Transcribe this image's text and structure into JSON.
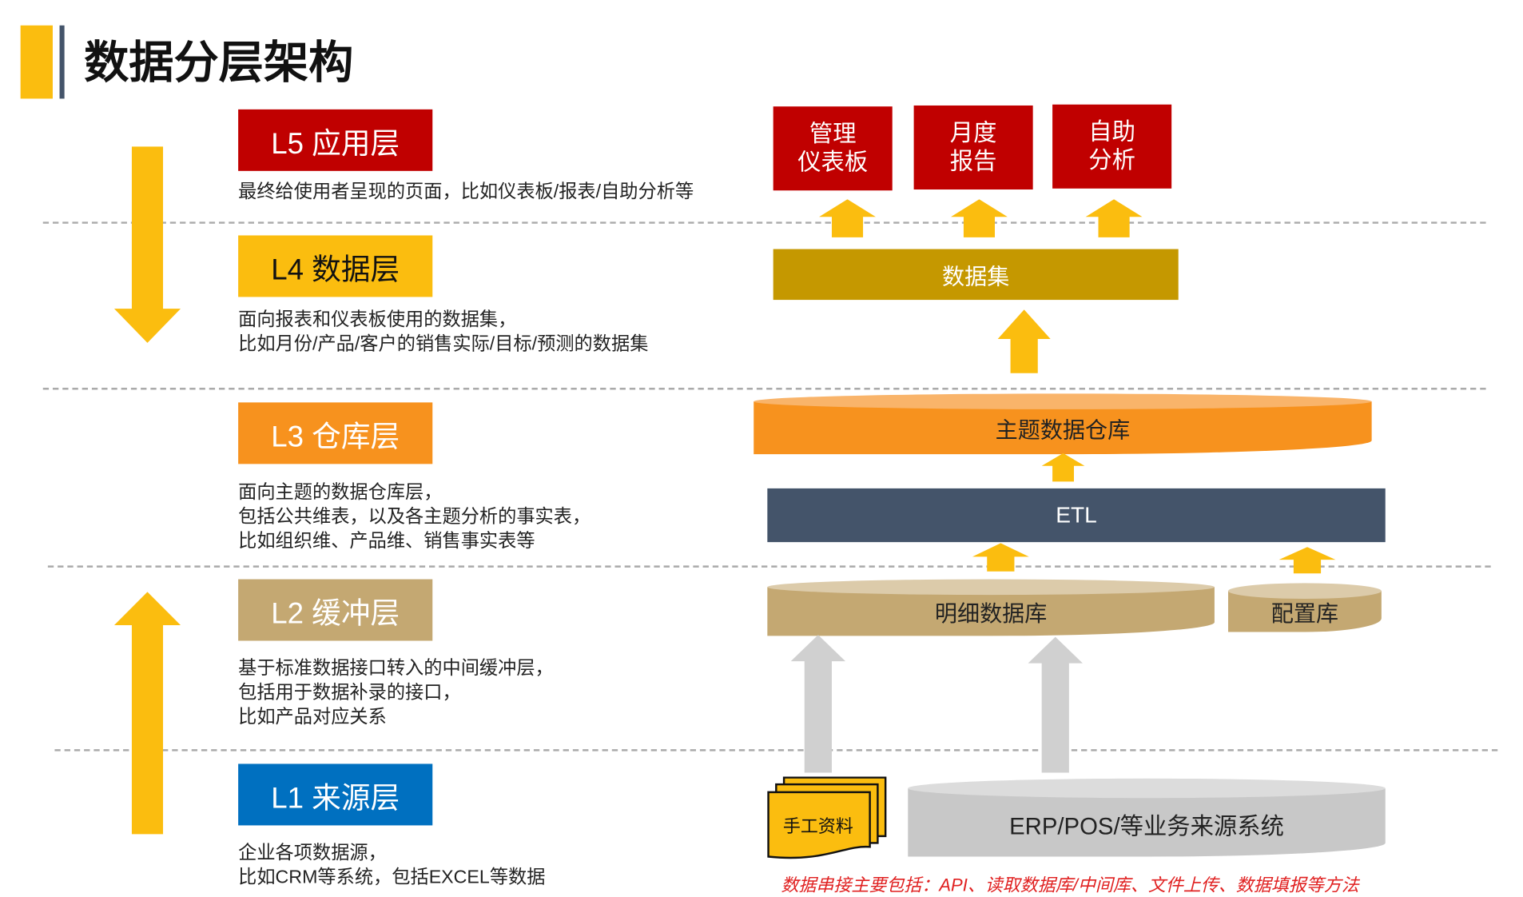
{
  "title": "数据分层架构",
  "layers": [
    {
      "label": "L5 应用层",
      "color": "#c00000",
      "desc": "最终给使用者呈现的页面，比如仪表板/报表/自助分析等"
    },
    {
      "label": "L4 数据层",
      "color": "#fbbd0f",
      "desc": "面向报表和仪表板使用的数据集，\n比如月份/产品/客户的销售实际/目标/预测的数据集"
    },
    {
      "label": "L3 仓库层",
      "color": "#f7921e",
      "desc": "面向主题的数据仓库层，\n包括公共维表，以及各主题分析的事实表，\n比如组织维、产品维、销售事实表等"
    },
    {
      "label": "L2 缓冲层",
      "color": "#c4a872",
      "desc": "基于标准数据接口转入的中间缓冲层，\n包括用于数据补录的接口，\n比如产品对应关系"
    },
    {
      "label": "L1 来源层",
      "color": "#0070c0",
      "desc": "企业各项数据源，\n比如CRM等系统，包括EXCEL等数据"
    }
  ],
  "apps": [
    "管理\n仪表板",
    "月度\n报告",
    "自助\n分析"
  ],
  "dataset": "数据集",
  "warehouse": "主题数据仓库",
  "etl": "ETL",
  "detail_db": "明细数据库",
  "config_db": "配置库",
  "manual": "手工资料",
  "sources": "ERP/POS/等业务来源系统",
  "note": "数据串接主要包括：API、读取数据库/中间库、文件上传、数据填报等方法"
}
